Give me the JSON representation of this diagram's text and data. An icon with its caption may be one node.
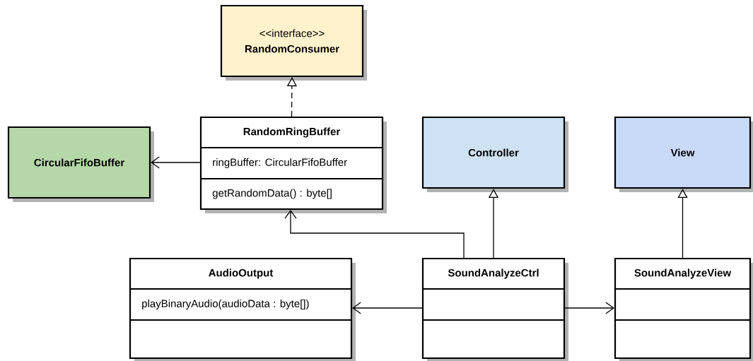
{
  "diagram": {
    "nodes": [
      {
        "text": [
          "<<interface>>",
          "RandomConsumer"
        ]
      },
      {
        "text": [
          "CircularFifoBuffer"
        ]
      },
      {
        "text": [
          "RandomRingBuffer",
          "ringBuffer: CircularFifoBuffer",
          "getRandomData() : byte[]"
        ]
      },
      {
        "text": [
          "Controller"
        ]
      },
      {
        "text": [
          "View"
        ]
      },
      {
        "text": [
          "AudioOutput",
          "playBinaryAudio(audioData : byte[])"
        ]
      },
      {
        "text": [
          "SoundAnalyzeCtrl"
        ]
      },
      {
        "text": [
          "SoundAnalyzeView"
        ]
      }
    ],
    "edges": [
      {
        "from": 2,
        "to": 0,
        "arrow": "to",
        "style": "dashed"
      },
      {
        "from": 2,
        "to": 1,
        "arrow": "to"
      },
      {
        "from": 6,
        "to": 2,
        "arrow": "to"
      },
      {
        "from": 6,
        "to": 3,
        "arrow": "to"
      },
      {
        "from": 7,
        "to": 4,
        "arrow": "to"
      },
      {
        "from": 6,
        "to": 5,
        "arrow": "to"
      },
      {
        "from": 6,
        "to": 7,
        "arrow": "to"
      }
    ]
  }
}
